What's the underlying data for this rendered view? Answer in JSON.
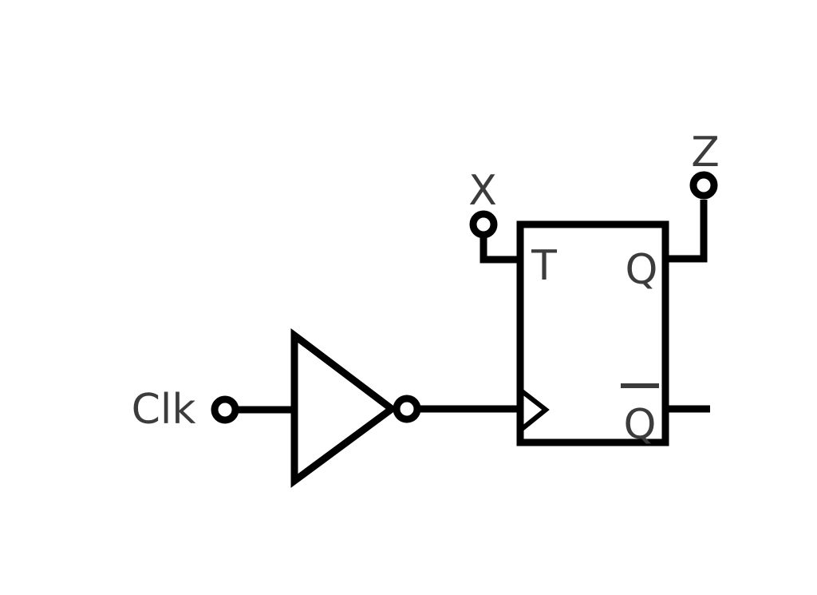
{
  "diagram": {
    "kind": "logic-circuit-schematic",
    "background": "#ffffff",
    "colors": {
      "wire": "#000000",
      "component_stroke": "#000000",
      "component_fill": "#ffffff",
      "label": "#3c3c3c"
    },
    "labels": {
      "clk": "Clk",
      "x": "X",
      "z": "Z",
      "t": "T",
      "q": "Q",
      "q_bar": "Q"
    },
    "terminals": [
      {
        "name": "Clk",
        "role": "input"
      },
      {
        "name": "X",
        "role": "input"
      },
      {
        "name": "Z",
        "role": "output"
      }
    ],
    "components": [
      {
        "type": "inverter",
        "input": "Clk",
        "output": "flip-flop clock"
      },
      {
        "type": "t-flip-flop",
        "inputs": [
          "T",
          "clock (edge-triggered)"
        ],
        "outputs": [
          "Q",
          "Q-bar"
        ]
      }
    ]
  }
}
